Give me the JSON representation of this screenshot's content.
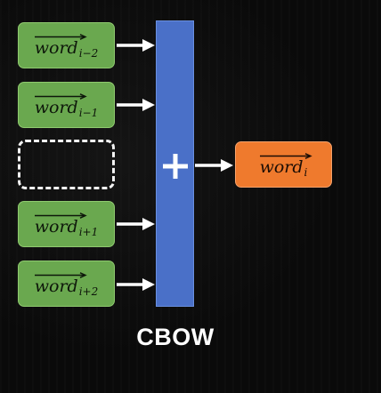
{
  "diagram": {
    "inputs": [
      {
        "base": "word",
        "subscript": "i−2"
      },
      {
        "base": "word",
        "subscript": "i−1"
      },
      {
        "base": "word",
        "subscript": "i+1"
      },
      {
        "base": "word",
        "subscript": "i+2"
      }
    ],
    "output": {
      "base": "word",
      "subscript": "i"
    },
    "operator": "+",
    "caption": "CBOW"
  },
  "colors": {
    "input_box": "#6aa84f",
    "output_box": "#ef7a2d",
    "sum_bar": "#4a70c8",
    "arrow": "#ffffff",
    "background": "#0a0a0a"
  }
}
